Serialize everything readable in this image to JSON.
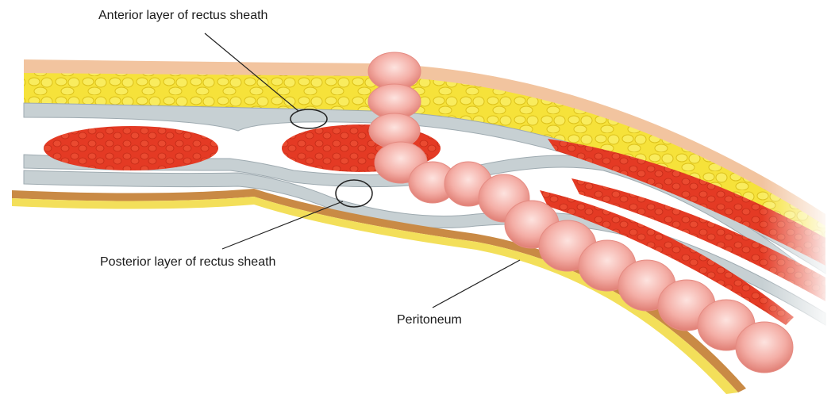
{
  "labels": {
    "anterior": "Anterior layer of rectus sheath",
    "posterior": "Posterior layer of rectus sheath",
    "peritoneum": "Peritoneum"
  },
  "colors": {
    "skin": "#f2c49f",
    "fat": "#f6e23a",
    "fat_lobule": "#ecd118",
    "fascia": "#c7d0d3",
    "muscle": "#e43a24",
    "peritoneum_brown": "#c98a45",
    "peritoneum_yellow": "#f3df5a",
    "bowel": "#f2a7a0"
  },
  "icons": {
    "anterior_marker": "circle-outline",
    "posterior_marker": "circle-outline"
  }
}
